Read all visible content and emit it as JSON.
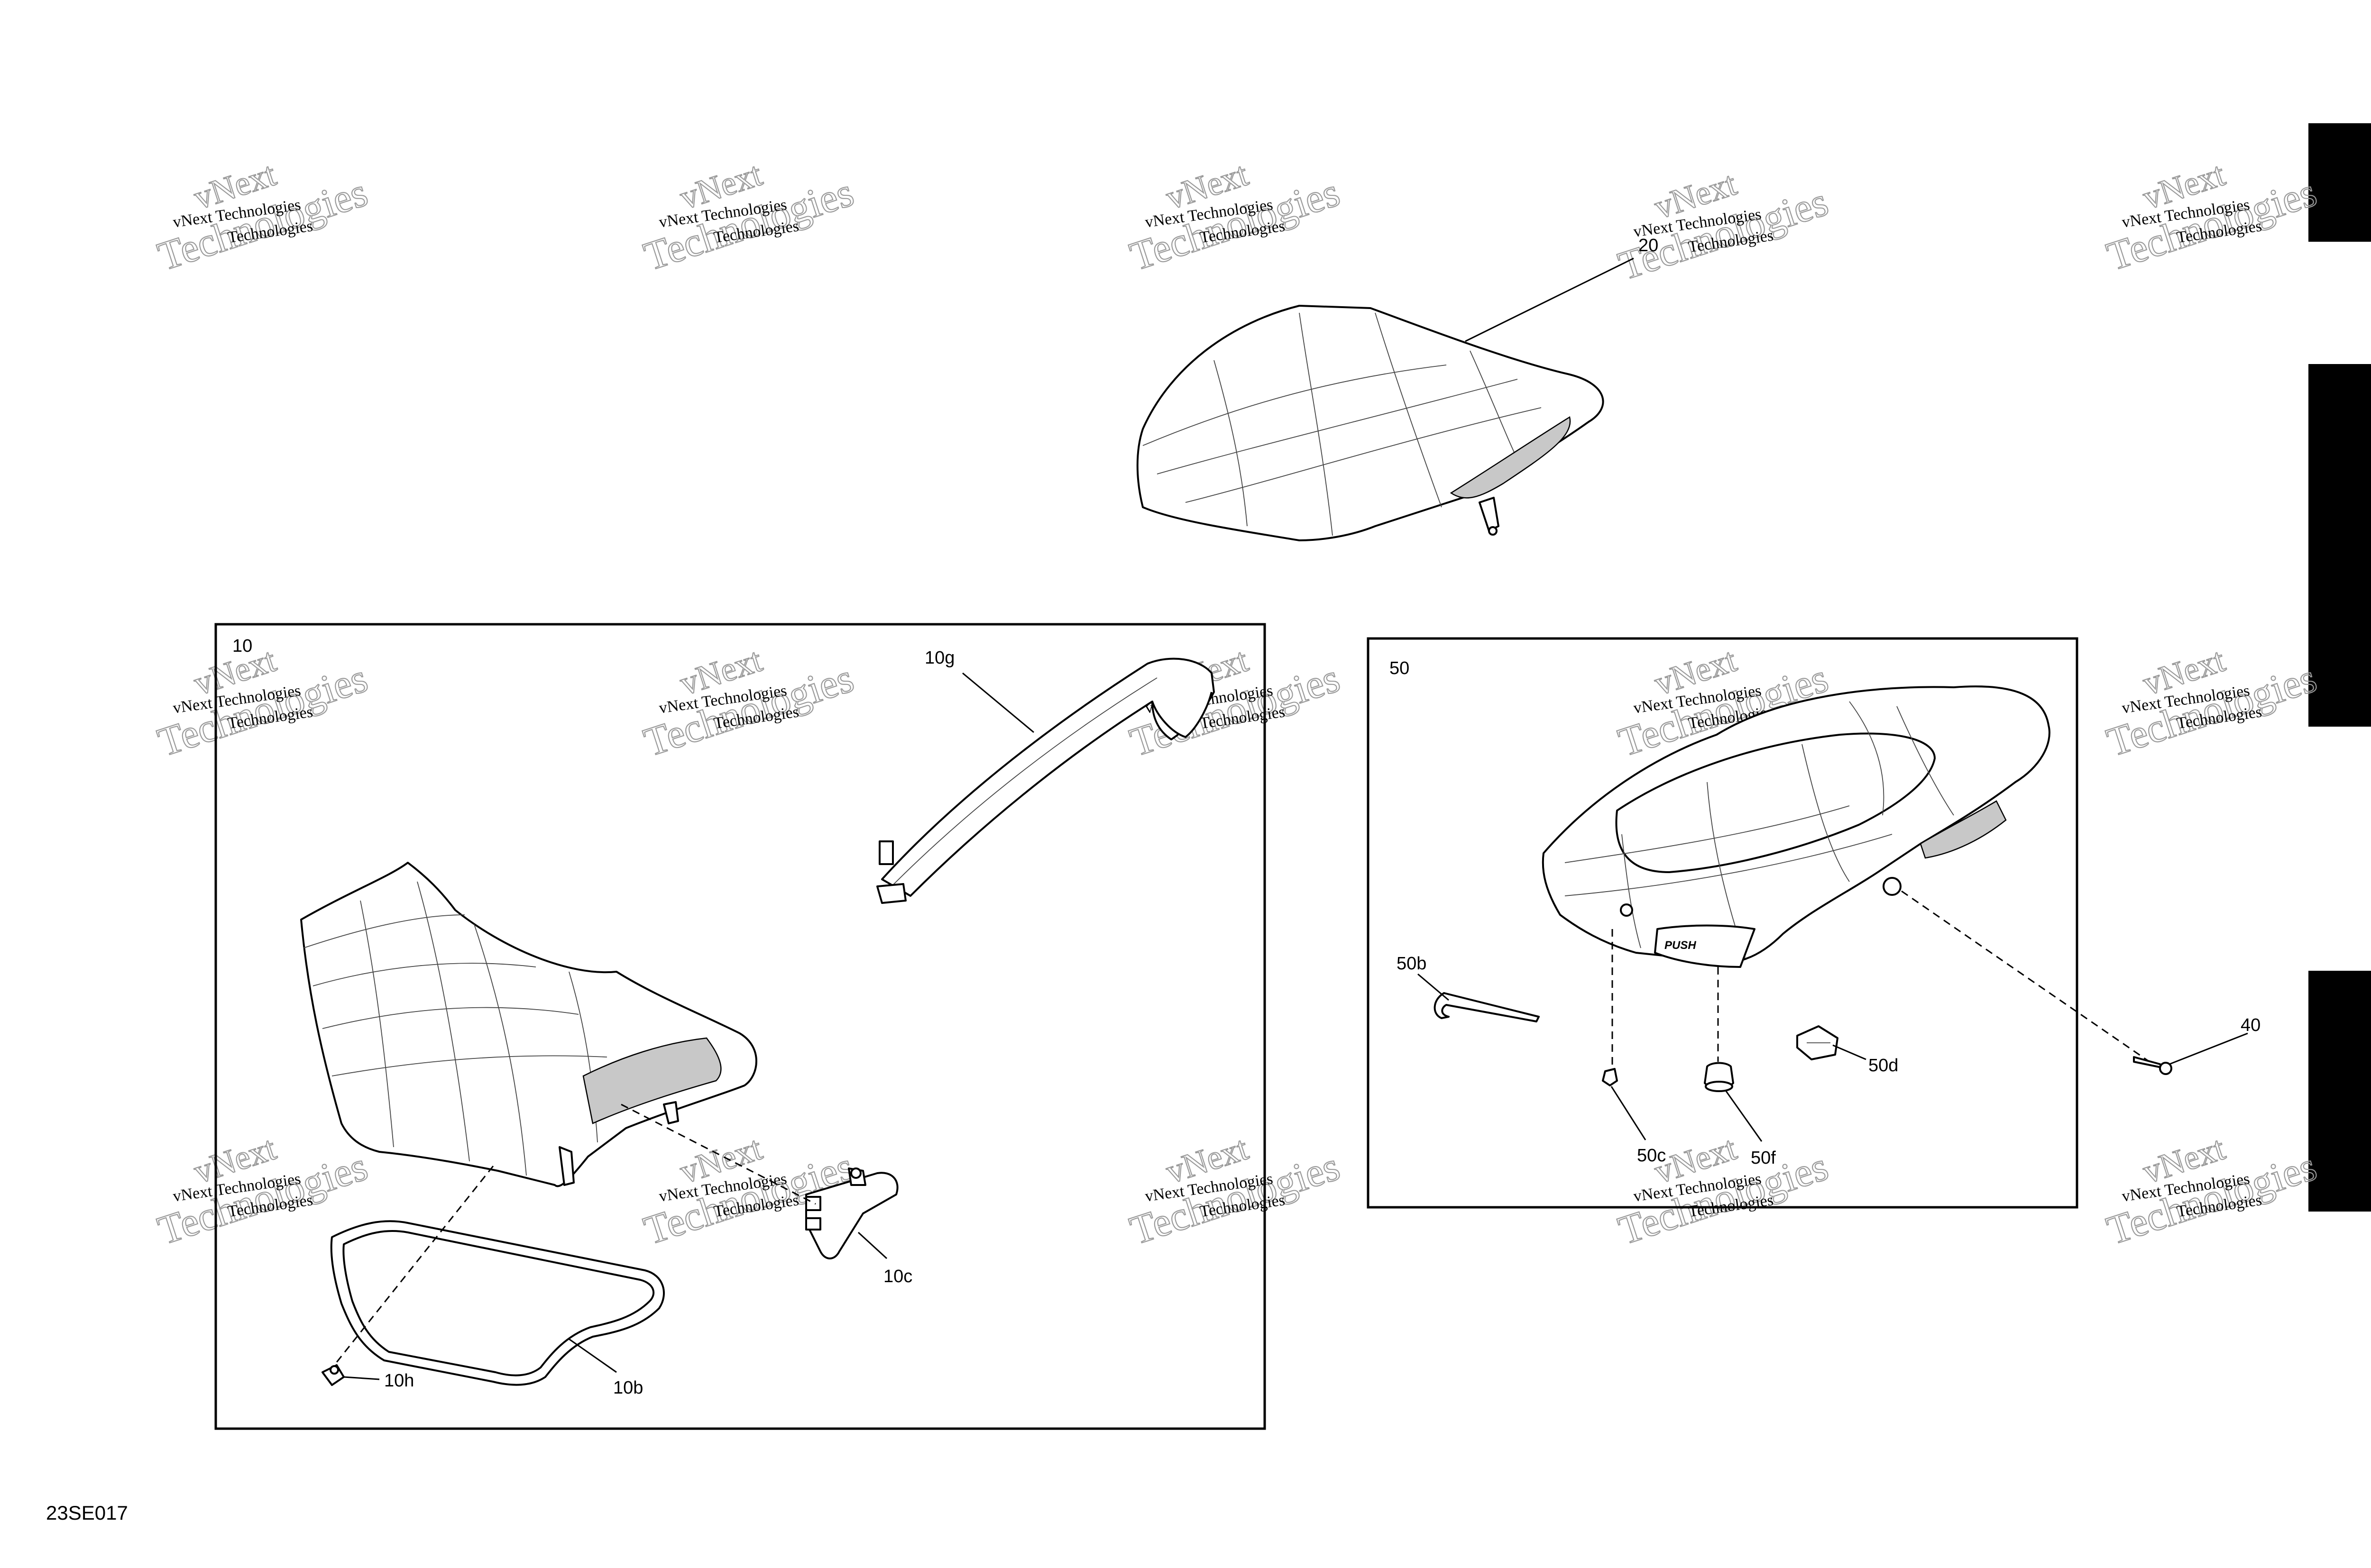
{
  "document": {
    "figure_code": "23SE017",
    "watermark": {
      "line1": "vNext Technologies",
      "line2": "Technologies",
      "line3": "vNext"
    }
  },
  "groups": [
    {
      "id": "group-10",
      "label": "10"
    },
    {
      "id": "group-50",
      "label": "50"
    }
  ],
  "callouts": {
    "c20": "20",
    "c10g": "10g",
    "c10c": "10c",
    "c10h": "10h",
    "c10b": "10b",
    "c50b": "50b",
    "c50c": "50c",
    "c50f": "50f",
    "c50d": "50d",
    "c40": "40"
  },
  "colors": {
    "line": "#000000",
    "watermark": "#9a9a9a",
    "background": "#ffffff",
    "tab": "#000000"
  }
}
